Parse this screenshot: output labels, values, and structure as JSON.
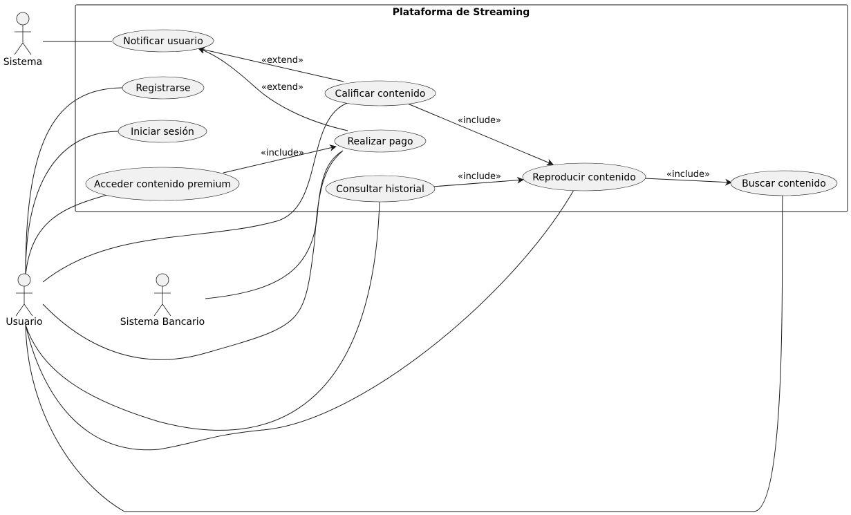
{
  "diagram": {
    "boundary_title": "Plataforma de Streaming",
    "actors": {
      "sistema": "Sistema",
      "usuario": "Usuario",
      "sistema_bancario": "Sistema Bancario"
    },
    "use_cases": {
      "notificar": "Notificar usuario",
      "registrarse": "Registrarse",
      "iniciar": "Iniciar sesión",
      "premium": "Acceder contenido premium",
      "calificar": "Calificar contenido",
      "pago": "Realizar pago",
      "historial": "Consultar historial",
      "reproducir": "Reproducir contenido",
      "buscar": "Buscar contenido"
    },
    "relations": {
      "extend_calificar": "«extend»",
      "extend_pago": "«extend»",
      "include_calificar": "«include»",
      "include_premium": "«include»",
      "include_historial": "«include»",
      "include_reproducir": "«include»"
    }
  }
}
